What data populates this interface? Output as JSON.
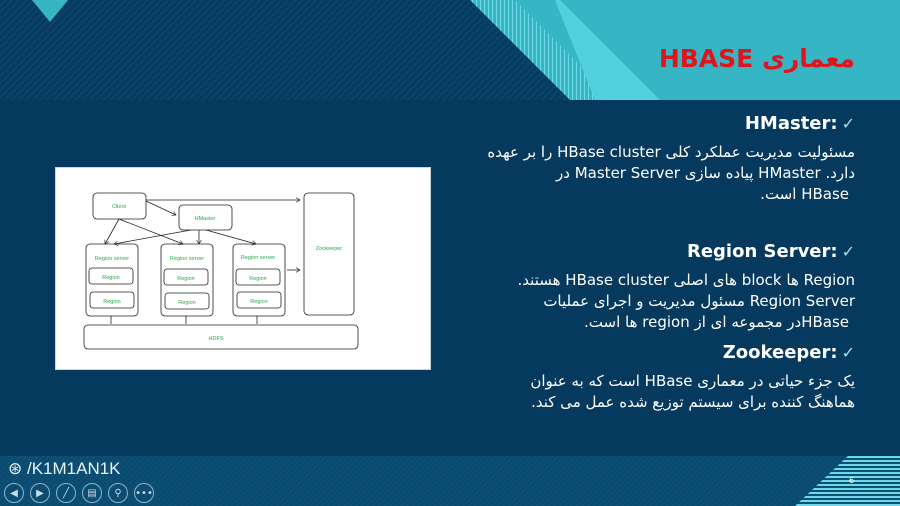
{
  "slide": {
    "title": "معماری HBASE",
    "page_number": "6",
    "title_color": "#e0141c",
    "accent": "#36b6c5"
  },
  "diagram": {
    "client": "Client",
    "hmaster": "HMaster",
    "zookeeper": "Zookeeper",
    "region_server": "Region server",
    "region": "Region",
    "hdfs": "HDFS"
  },
  "sections": [
    {
      "heading": ":HMaster",
      "lines": [
        "مسئولیت مدیریت عملکرد کلی HBase cluster را بر عهده",
        "دارد. HMaster پیاده سازی  Master Server در",
        "HBase است."
      ]
    },
    {
      "heading": ":Region Server",
      "lines": [
        "Region ها block های اصلی HBase cluster هستند.",
        "Region Server مسئول مدیریت و اجرای عملیات",
        "HBaseدر مجموعه ای از region ها است."
      ]
    },
    {
      "heading": ":Zookeeper",
      "lines": [
        "یک جزء حیاتی در معماری HBase است که به عنوان",
        "هماهنگ کننده برای سیستم توزیع شده عمل می کند."
      ]
    }
  ],
  "footer": {
    "brand": "/K1M1AN1K",
    "nav_icons": [
      "previous-icon",
      "next-icon",
      "pen-icon",
      "slides-icon",
      "zoom-icon",
      "more-icon"
    ]
  }
}
